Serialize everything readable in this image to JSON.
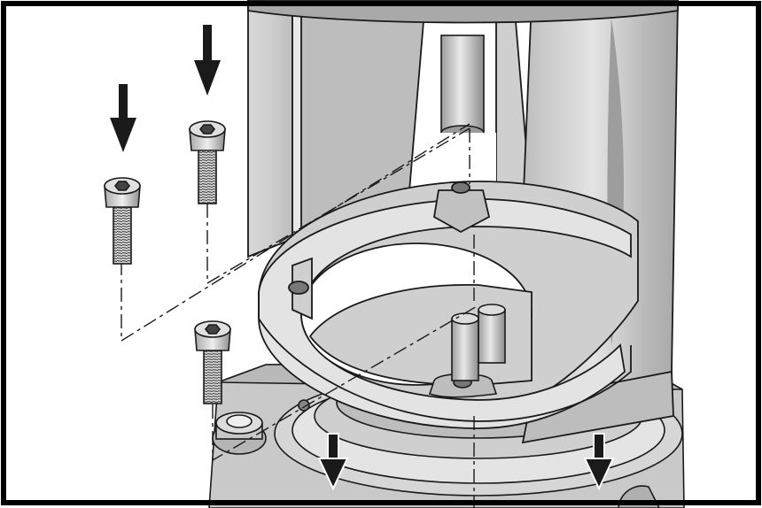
{
  "diagram": {
    "parts": {
      "cap_screws": [
        "screw-1",
        "screw-2",
        "screw-3"
      ],
      "arrows": [
        "down-arrow-1",
        "down-arrow-2",
        "down-arrow-3",
        "down-arrow-4"
      ],
      "assembly": [
        "motor-stool",
        "adapter-ring",
        "pump-base",
        "alignment-pin-upper",
        "alignment-pin-lower",
        "coupling-guard"
      ]
    },
    "colors": {
      "outline": "#1a1a1a",
      "metal_light": "#e6e6e6",
      "metal_mid": "#c8c8c8",
      "metal_dark": "#9a9a9a",
      "inner_shadow": "#b4b4b4",
      "background": "#ffffff"
    }
  }
}
